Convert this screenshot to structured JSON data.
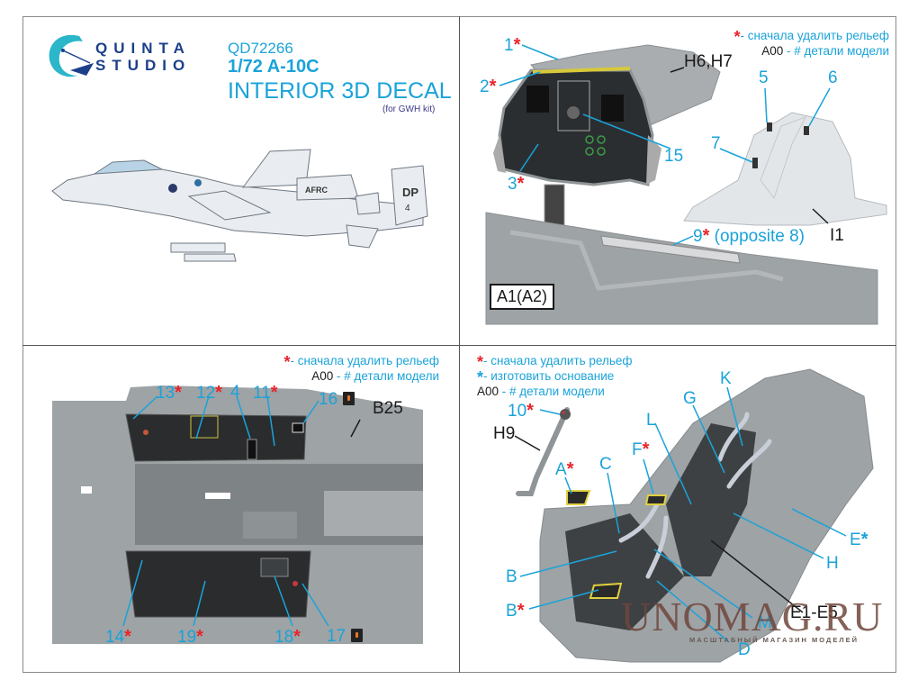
{
  "brand": {
    "line1": "QUINTA",
    "line2": "STUDIO"
  },
  "product": {
    "code": "QD72266",
    "model": "1/72 A-10C",
    "title": "INTERIOR 3D DECAL",
    "kit_note": "(for GWH kit)"
  },
  "aircraft_markings": {
    "tail_code": "DP",
    "unit": "AFRC",
    "tail_number": "4"
  },
  "legend": {
    "remove_relief": "- сначала удалить рельеф",
    "make_base": "- изготовить основание",
    "part_code": "A00",
    "part_desc": "- # детали модели"
  },
  "colors": {
    "accent": "#1aa3d9",
    "star_red": "#e8242b",
    "star_blue": "#1aa3d9",
    "plastic": "#9ea3a6"
  },
  "panel_tr": {
    "callouts": [
      {
        "num": "1",
        "star": "red"
      },
      {
        "num": "2",
        "star": "red"
      },
      {
        "num": "3",
        "star": "red"
      },
      {
        "num": "15"
      },
      {
        "num": "5"
      },
      {
        "num": "6"
      },
      {
        "num": "7"
      },
      {
        "num": "9",
        "star": "red",
        "note": "(opposite 8)"
      }
    ],
    "parts": {
      "coaming": "H6,H7",
      "canopy": "I1",
      "side": "A1(A2)"
    }
  },
  "panel_bl": {
    "callouts": [
      {
        "num": "13",
        "star": "red"
      },
      {
        "num": "12",
        "star": "red"
      },
      {
        "num": "4"
      },
      {
        "num": "11",
        "star": "red"
      },
      {
        "num": "16",
        "icon": "light-icon"
      },
      {
        "num": "14",
        "star": "red"
      },
      {
        "num": "19",
        "star": "red"
      },
      {
        "num": "18",
        "star": "red"
      },
      {
        "num": "17",
        "icon": "light-icon"
      }
    ],
    "parts": {
      "tub": "B25"
    }
  },
  "panel_br": {
    "callouts": [
      {
        "num": "10",
        "star": "red"
      },
      {
        "num": "A",
        "star": "red"
      },
      {
        "num": "C"
      },
      {
        "num": "F",
        "star": "red"
      },
      {
        "num": "L"
      },
      {
        "num": "G"
      },
      {
        "num": "K"
      },
      {
        "num": "E",
        "star": "blue"
      },
      {
        "num": "H"
      },
      {
        "num": "B"
      },
      {
        "num": "B",
        "star": "red"
      },
      {
        "num": "D"
      },
      {
        "num": "M"
      }
    ],
    "parts": {
      "stick": "H9",
      "seat": "E1-E5"
    }
  },
  "watermark": {
    "name": "UNOMAG.RU",
    "tagline": "МАСШТАБНЫЙ МАГАЗИН МОДЕЛЕЙ"
  },
  "star_glyph": "*"
}
